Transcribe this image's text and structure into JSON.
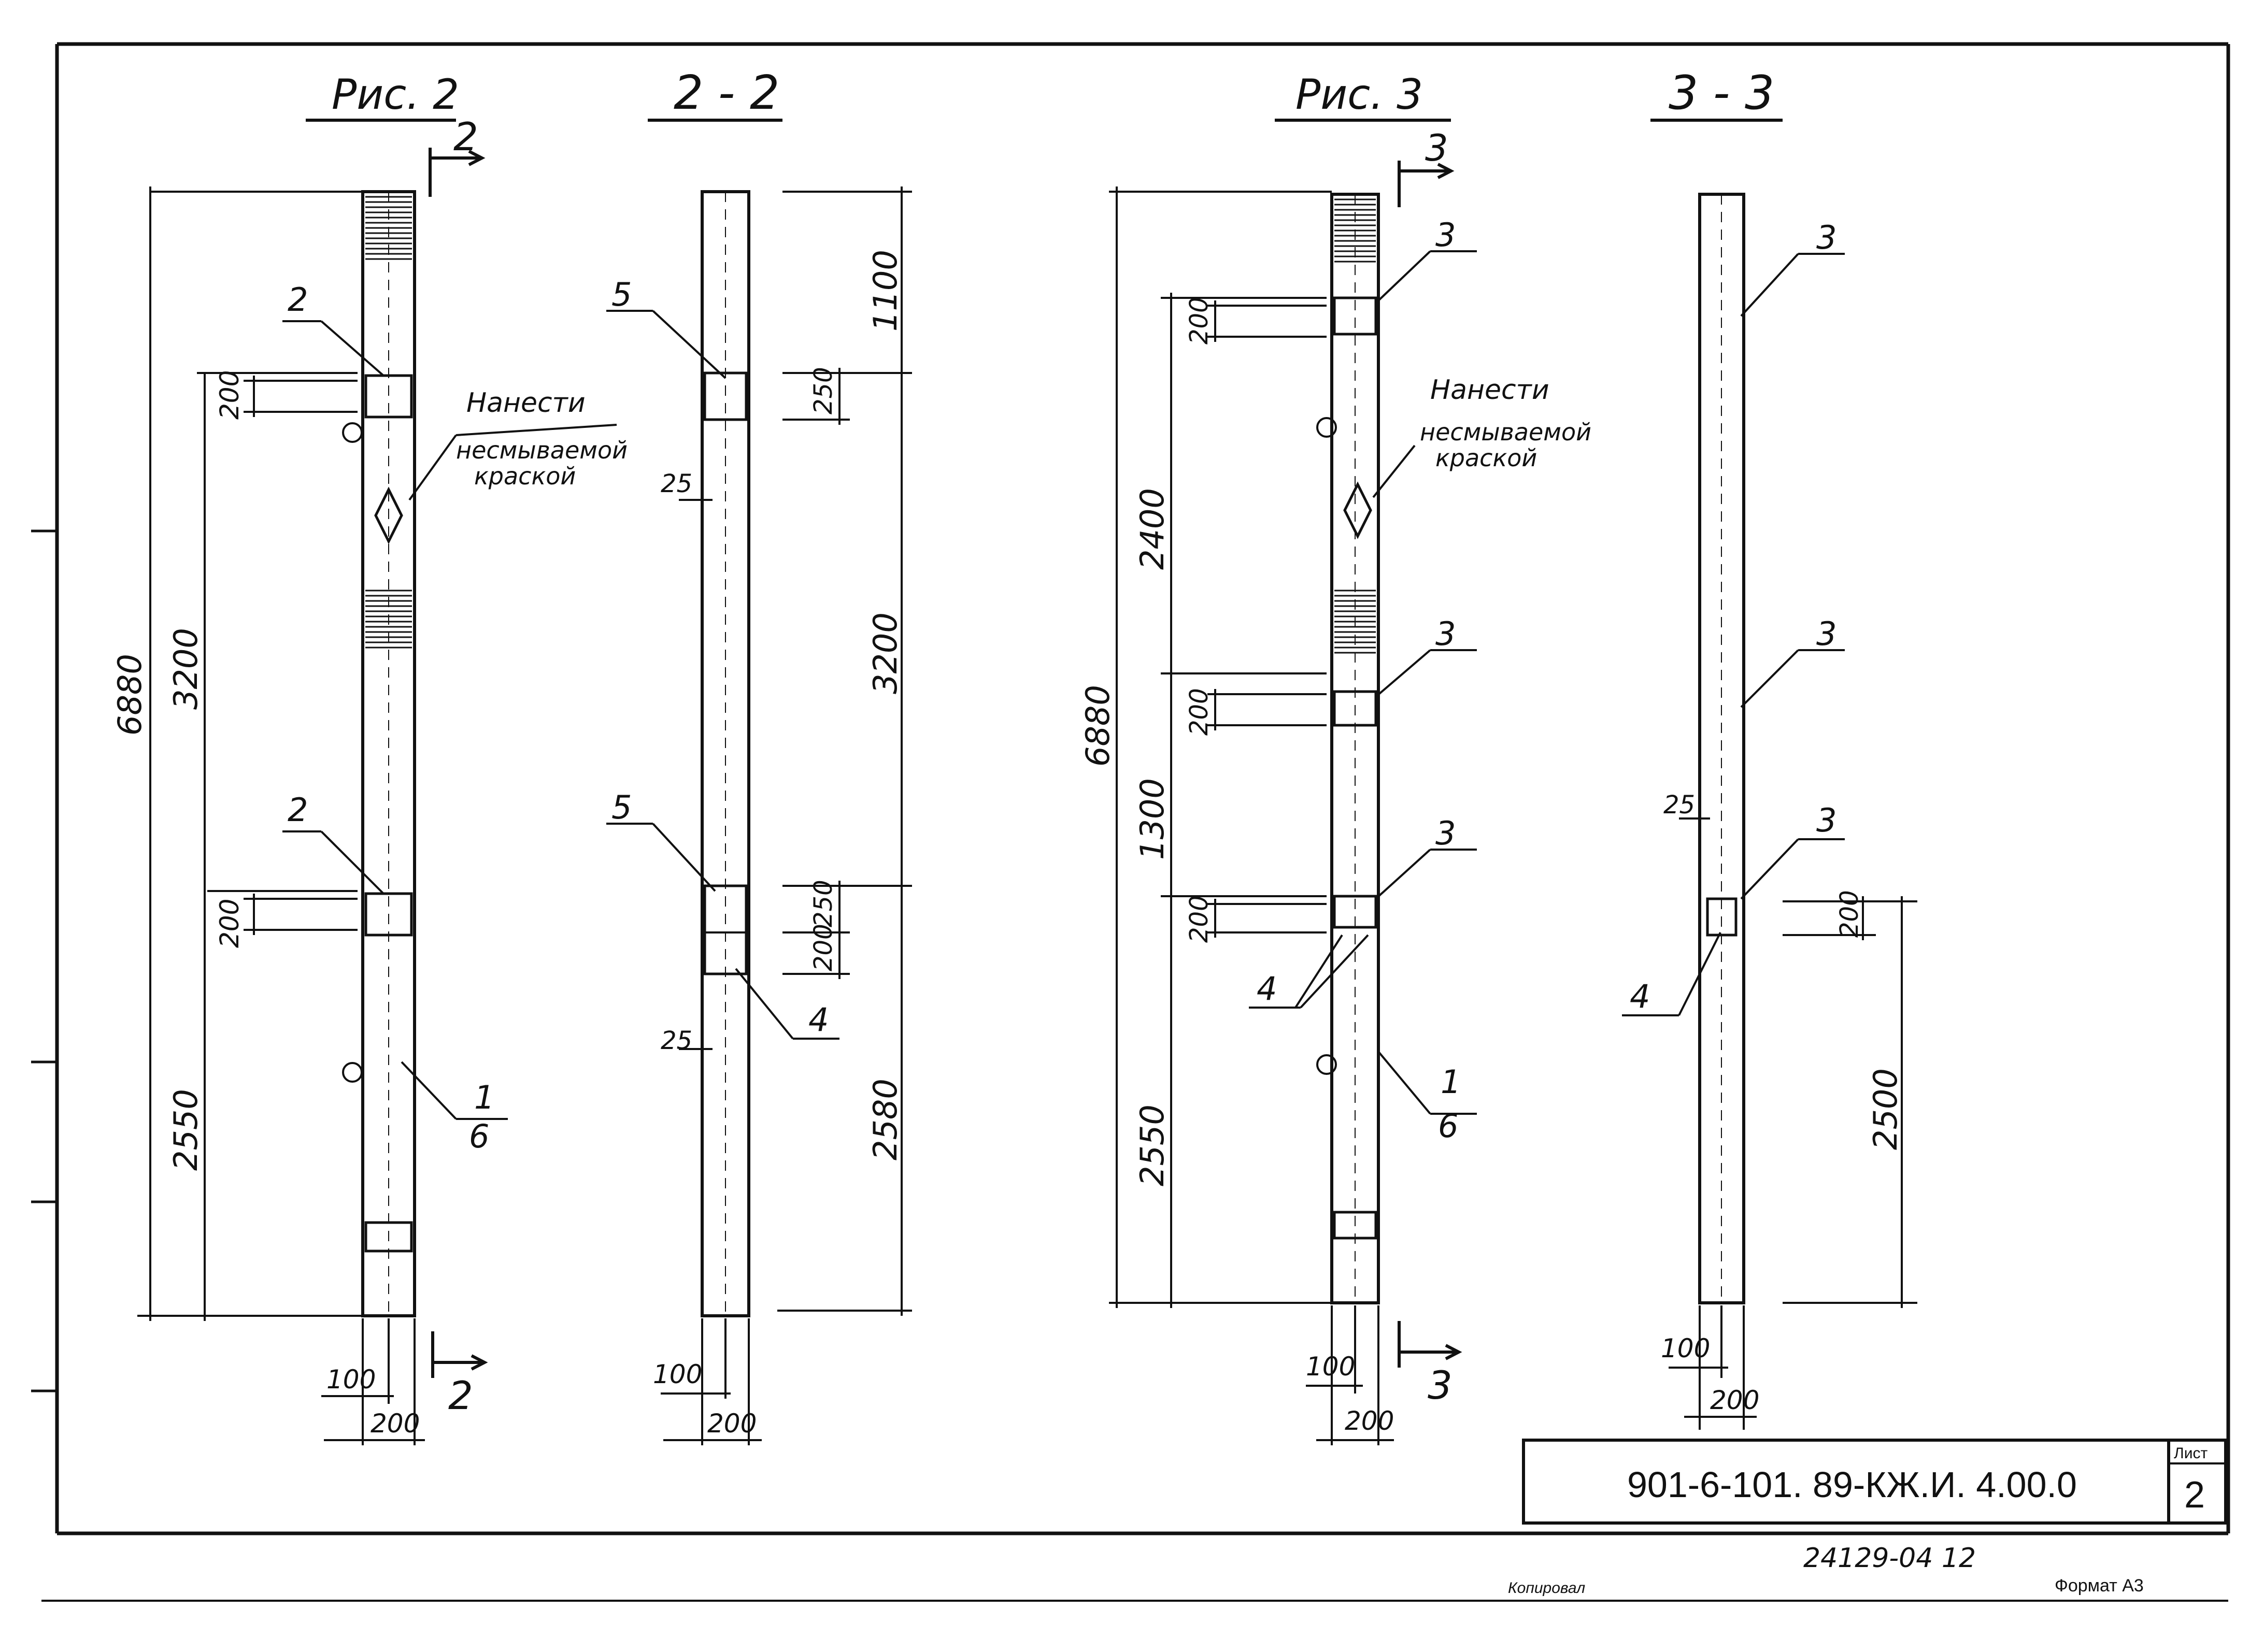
{
  "figures": {
    "fig2_title": "Рис. 2",
    "sec22_title": "2 - 2",
    "fig3_title": "Рис. 3",
    "sec33_title": "3 - 3"
  },
  "section_marks": {
    "two": "2",
    "three": "3"
  },
  "note": {
    "line1": "Нанести",
    "line2": "несмываемой",
    "line3": "краской"
  },
  "dimensions": {
    "d6880": "6880",
    "d3200": "3200",
    "d2550": "2550",
    "d200": "200",
    "d100": "100",
    "d1100": "1100",
    "d250": "250",
    "d25": "25",
    "d2580": "2580",
    "d2400": "2400",
    "d1300": "1300",
    "d2500": "2500"
  },
  "callouts": {
    "c1": "1",
    "c2": "2",
    "c3": "3",
    "c4": "4",
    "c5": "5",
    "c6": "6"
  },
  "title_block": {
    "code": "901-6-101. 89-КЖ.И. 4.00.0",
    "sheet_label": "Лист",
    "sheet_no": "2"
  },
  "footer": {
    "inventory": "24129-04   12",
    "copied": "Копировал",
    "format": "Формат А3"
  }
}
